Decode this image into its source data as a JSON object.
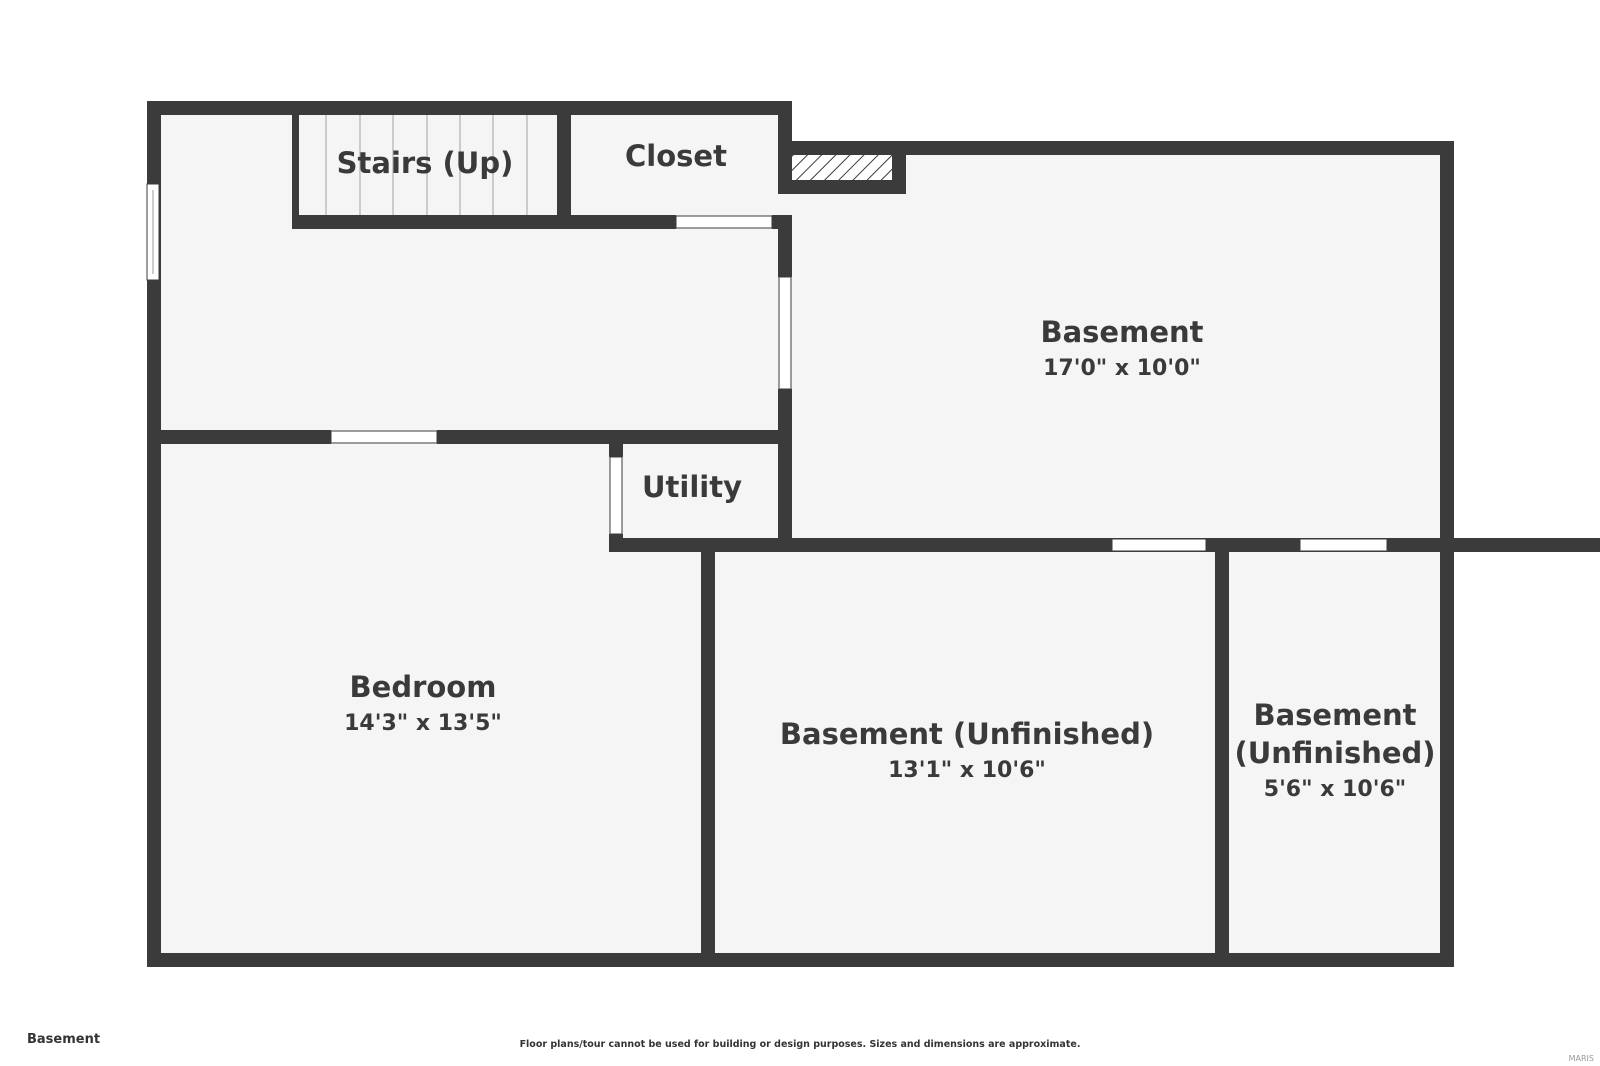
{
  "floor_label": "Basement",
  "disclaimer": "Floor plans/tour cannot be used for building or design purposes. Sizes and dimensions are approximate.",
  "watermark": "MARIS",
  "colors": {
    "wall": "#3b3b3b",
    "floor": "#f5f5f5",
    "opening": "#ffffff",
    "text": "#3a3a3a"
  },
  "rooms": {
    "stairs": {
      "name": "Stairs (Up)"
    },
    "closet": {
      "name": "Closet"
    },
    "basement": {
      "name": "Basement",
      "dims": "17'0\" x 10'0\""
    },
    "utility": {
      "name": "Utility"
    },
    "bedroom": {
      "name": "Bedroom",
      "dims": "14'3\" x 13'5\""
    },
    "basement_unfinished_1": {
      "name": "Basement (Unfinished)",
      "dims": "13'1\" x 10'6\""
    },
    "basement_unfinished_2": {
      "name_line1": "Basement",
      "name_line2": "(Unfinished)",
      "dims": "5'6\" x 10'6\""
    }
  }
}
